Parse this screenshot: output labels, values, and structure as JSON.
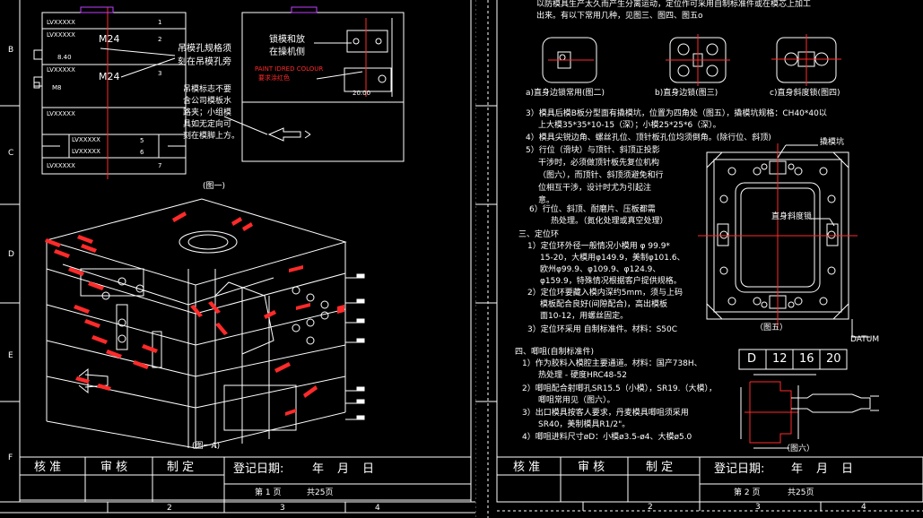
{
  "page1": {
    "margin_letters": [
      "B",
      "C",
      "D",
      "E",
      "F"
    ],
    "col_numbers": [
      "2",
      "3",
      "4"
    ],
    "mold_labels": {
      "plates": [
        "LVXXXXX",
        "LVXXXXX",
        "LVXXXXX",
        "LVXXXXX",
        "LVXXXXX",
        "LVXXXXX",
        "LVXXXXX"
      ],
      "plate_nums": [
        "1",
        "2",
        "3",
        "5",
        "6",
        "7"
      ],
      "m24_top": "M24",
      "m24_bottom": "M24",
      "m8": "M8",
      "dim_840": "8.40"
    },
    "notes": {
      "lifting_hole": [
        "吊模孔规格须",
        "刻在吊模孔旁"
      ],
      "lock_mold": [
        "锁模和放",
        "在操机侧"
      ],
      "lifting_mark": [
        "吊模标志不要",
        "含公司模板水",
        "路夹；小组模",
        "具如无定向可",
        "刻在模脚上方。"
      ],
      "paint_en": "PAINT IDRED COLOUR",
      "paint_cn": "要求涂红色",
      "dim_20": "20.00"
    },
    "fig1_caption": "(图一)",
    "figA_caption": "(图一A)",
    "titleblock": {
      "approve": "核 准",
      "review": "审 核",
      "draft": "制 定",
      "reg_date": "登记日期:",
      "year": "年",
      "month": "月",
      "day": "日",
      "page": "第 1 页",
      "total": "共25页"
    }
  },
  "page2": {
    "col_numbers": [
      "2",
      "3",
      "4"
    ],
    "intro": [
      "以防模具生产太久而产生分离运动，定位作可采用自制标准件或在模芯上加工",
      "出来。有以下常用几种，见图三、图四、图五o"
    ],
    "figs_small": [
      "a)直身边锁常用(图二)",
      "b)直身边锁(图三)",
      "c)直身斜度锁(图四)"
    ],
    "items": [
      "3）模具后模B板分型面有撬模坑，位置为四角处（图五），撬模坑规格：CH40*40以",
      "上大模35*35*10-15（深）；小模25*25*6（深）。",
      "4）模具尖锐边角、螺丝孔位、顶针板孔位均须倒角。(除行位、斜顶)",
      "5）行位（滑块）与顶针、斜顶正投影",
      "干涉时，必须做顶针板先复位机构",
      "（图六），而顶针、斜顶须避免和行",
      "位相互干涉，设计时尤为引起注",
      "意。",
      "6）行位、斜顶、耐磨片、压板都需",
      "热处理。（氮化处理或真空处理）"
    ],
    "section3": "三、定位环",
    "loc_ring": [
      "1）定位环外径一般情况小模用 φ 99.9*",
      "15-20，大模用φ149.9，美制φ101.6、",
      "欧州φ99.9、φ109.9、φ124.9、",
      "φ159.9，特殊情况根据客户提供规格。",
      "2）定位环要藏入模内深约5mm，须与上码",
      "模板配合良好(间隙配合)，高出模板",
      "面10-12，用螺丝固定。",
      "3）定位环采用 自制标准件。材料：S50C"
    ],
    "section4": "四、唧咀(自制标准件)",
    "sprue": [
      "1）作为胶料入模腔主要通道。材料：国产738H、",
      "热处理 - 硬度HRC48-52",
      "2）唧咀配合射唧孔SR15.5（小模），SR19.（大模），",
      "唧咀常用见（图六）。",
      "3）出口模具按客人要求，丹麦模具唧咀须采用",
      "SR40，美制模具R1/2\"。",
      "4）唧咀进料尺寸øD：小模ø3.5-ø4、大模ø5.0"
    ],
    "fig5_labels": {
      "pry": "撬模坑",
      "lock": "直身斜度锁",
      "caption": "（图五）",
      "datum": "DATUM"
    },
    "d_table": [
      "D",
      "12",
      "16",
      "20"
    ],
    "fig6_caption": "（图六）",
    "titleblock": {
      "approve": "核 准",
      "review": "审 核",
      "draft": "制 定",
      "reg_date": "登记日期:",
      "year": "年",
      "month": "月",
      "day": "日",
      "page": "第 2 页",
      "total": "共25页"
    }
  },
  "colors": {
    "bg": "#000000",
    "line": "#ffffff",
    "red": "#ff2a2a",
    "yellow": "#ffff66",
    "cyan": "#55aadd",
    "magenta": "#c040ff"
  }
}
